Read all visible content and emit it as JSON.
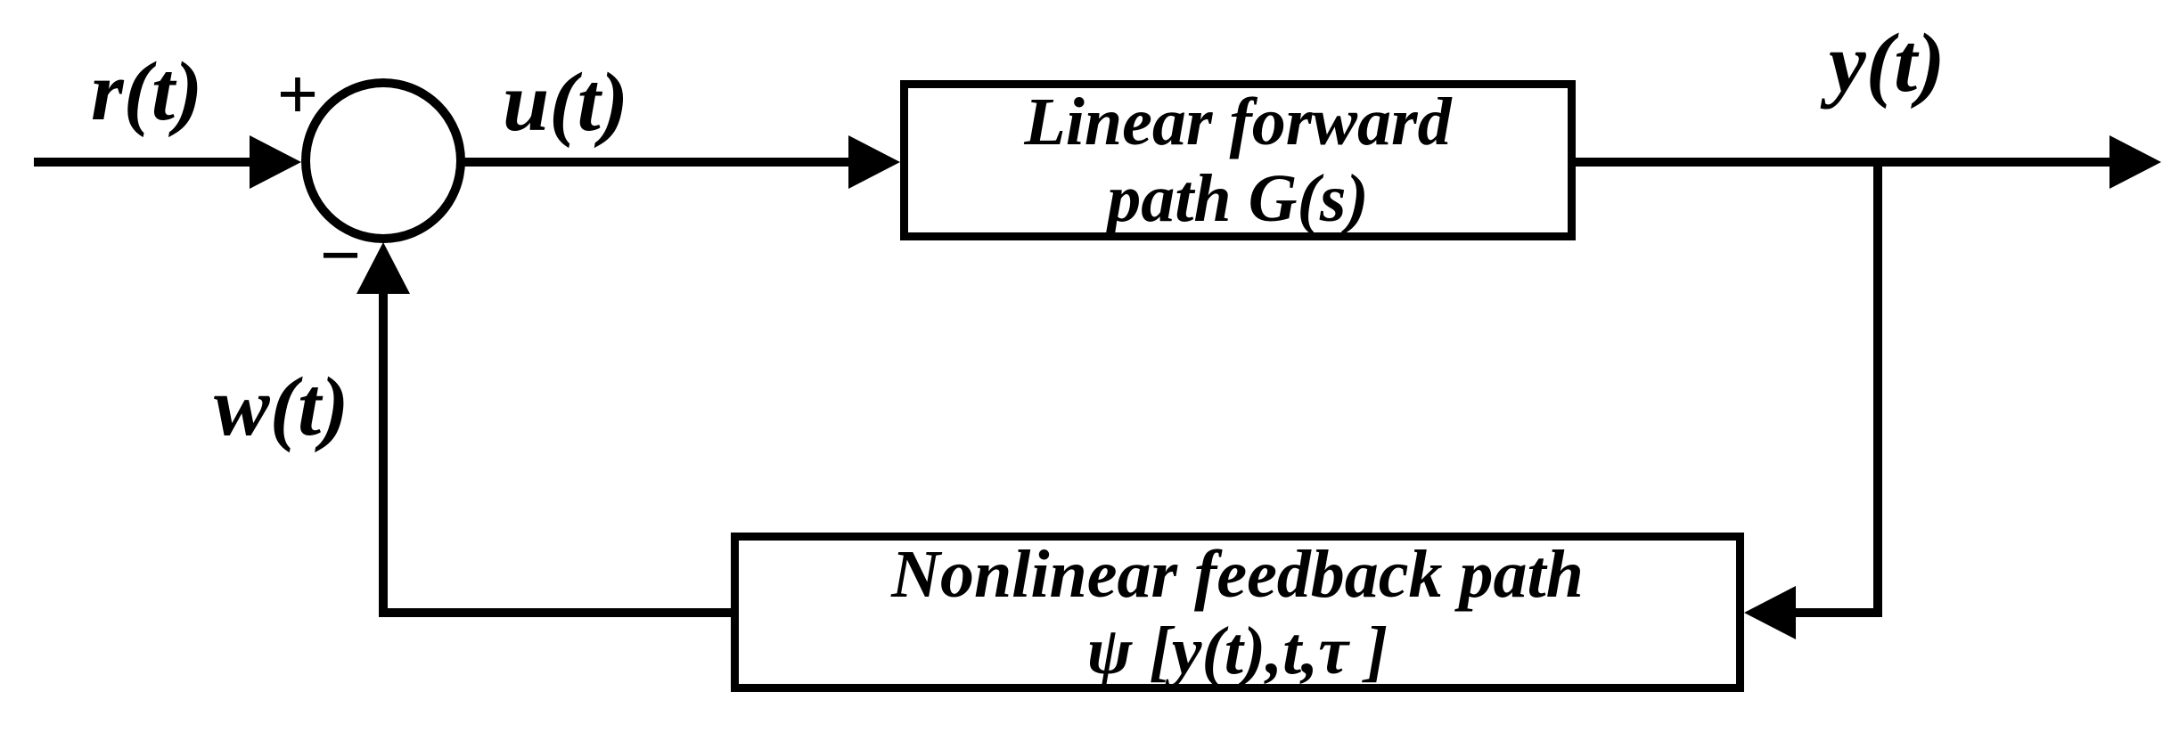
{
  "diagram": {
    "title_hint": "nonlinear feedback control loop",
    "background_color": "#ffffff",
    "ink_color": "#000000",
    "signals": {
      "input": "r(t)",
      "control": "u(t)",
      "output": "y(t)",
      "feedback": "w(t)"
    },
    "summing_junction": {
      "plus": "+",
      "minus": "−"
    },
    "forward_block": {
      "line1": "Linear forward",
      "line2": "path G(s)"
    },
    "feedback_block": {
      "line1": "Nonlinear feedback path",
      "line2": "ψ [y(t),t,τ ]"
    }
  }
}
